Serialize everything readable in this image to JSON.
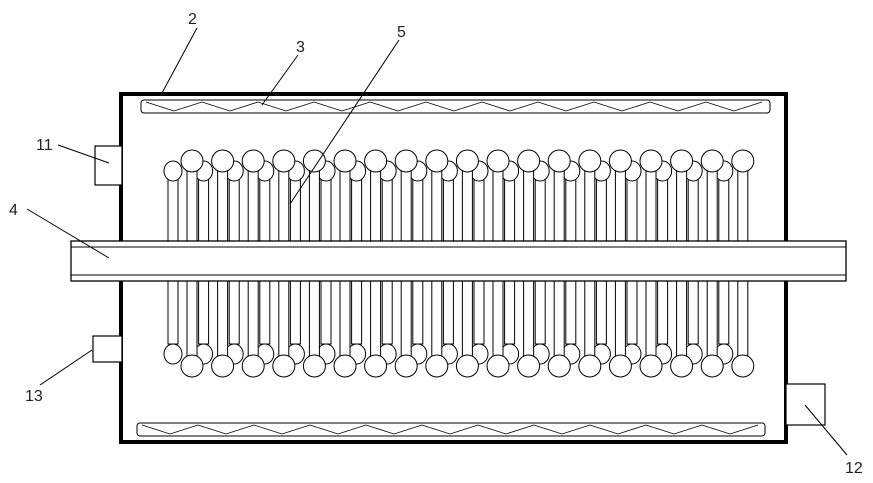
{
  "labels": {
    "casing": "2",
    "heater_strip": "3",
    "shaft": "4",
    "fins": "5",
    "port_upper_left": "11",
    "port_lower_right": "12",
    "port_lower_left": "13"
  },
  "fins": {
    "count_per_row": 19
  },
  "colors": {
    "stroke": "#000000",
    "background": "#ffffff"
  }
}
